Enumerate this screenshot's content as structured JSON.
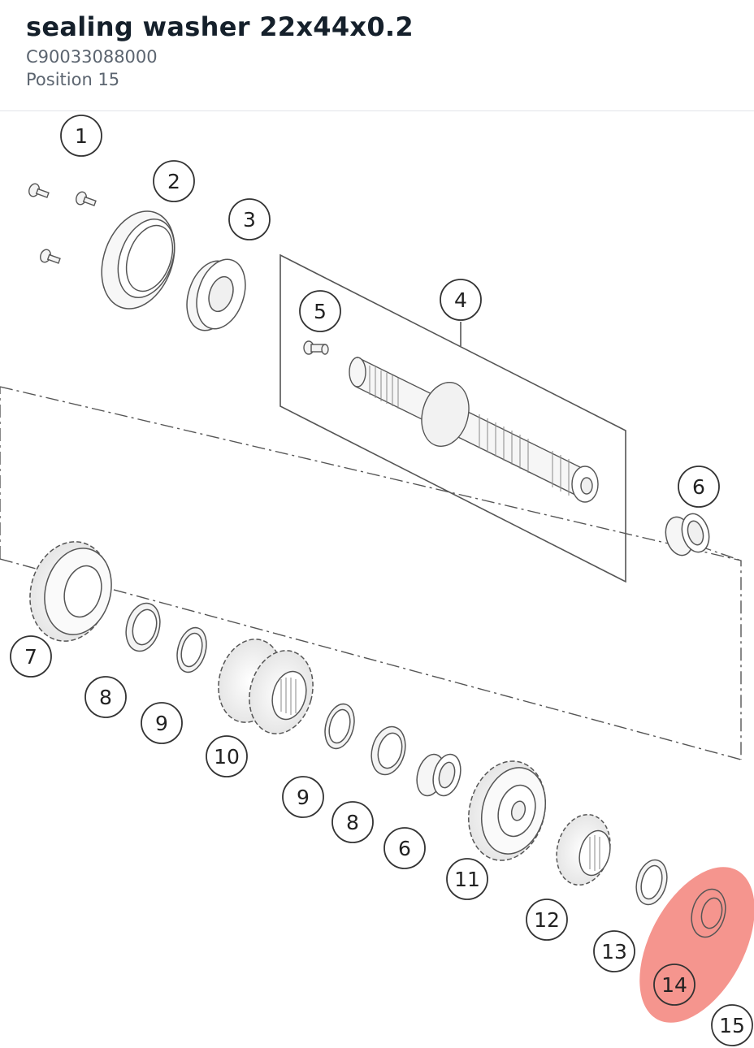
{
  "header": {
    "title": "sealing washer 22x44x0.2",
    "part_number": "C90033088000",
    "position": "Position 15"
  },
  "diagram": {
    "highlight_color": "#f27b72",
    "callouts": [
      {
        "id": "c1",
        "label": "1"
      },
      {
        "id": "c2",
        "label": "2"
      },
      {
        "id": "c3",
        "label": "3"
      },
      {
        "id": "c4",
        "label": "4"
      },
      {
        "id": "c5",
        "label": "5"
      },
      {
        "id": "c6a",
        "label": "6"
      },
      {
        "id": "c7",
        "label": "7"
      },
      {
        "id": "c8a",
        "label": "8"
      },
      {
        "id": "c9a",
        "label": "9"
      },
      {
        "id": "c10",
        "label": "10"
      },
      {
        "id": "c9b",
        "label": "9"
      },
      {
        "id": "c8b",
        "label": "8"
      },
      {
        "id": "c6b",
        "label": "6"
      },
      {
        "id": "c11",
        "label": "11"
      },
      {
        "id": "c12",
        "label": "12"
      },
      {
        "id": "c13",
        "label": "13"
      },
      {
        "id": "c14",
        "label": "14"
      },
      {
        "id": "c15",
        "label": "15"
      }
    ]
  }
}
